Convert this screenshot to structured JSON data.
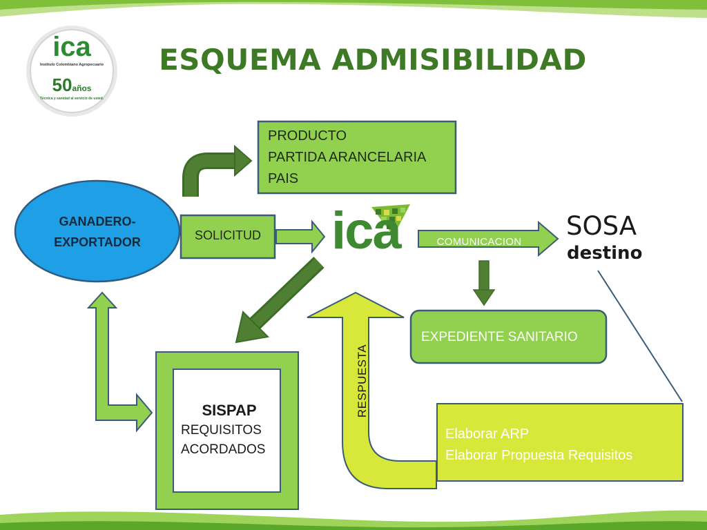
{
  "title": "ESQUEMA ADMISIBILIDAD",
  "logo": {
    "name": "ica",
    "subtitle": "Instituto Colombiano Agropecuario",
    "anniversary_number": "50",
    "anniversary_word": "años",
    "tagline": "Técnica y sanidad al servicio de usted."
  },
  "center_logo": "ica",
  "nodes": {
    "ganadero": [
      "GANADERO-",
      "EXPORTADOR"
    ],
    "producto": [
      "PRODUCTO",
      "PARTIDA ARANCELARIA",
      "PAIS"
    ],
    "solicitud": "SOLICITUD",
    "comunicacion": "COMUNICACION",
    "sosa": "SOSA",
    "destino": "destino",
    "expediente": "EXPEDIENTE SANITARIO",
    "respuesta": "RESPUESTA",
    "sispap": {
      "title": "SISPAP",
      "lines": [
        "REQUISITOS",
        "ACORDADOS"
      ]
    },
    "elaborar": [
      "Elaborar ARP",
      "Elaborar Propuesta Requisitos"
    ]
  },
  "colors": {
    "title_green": "#3e7a26",
    "light_green": "#92d050",
    "dark_green": "#4f7f32",
    "yellow_green": "#d7e83a",
    "blue_oval": "#1e9fe6",
    "border_blue": "#3a5a78"
  }
}
